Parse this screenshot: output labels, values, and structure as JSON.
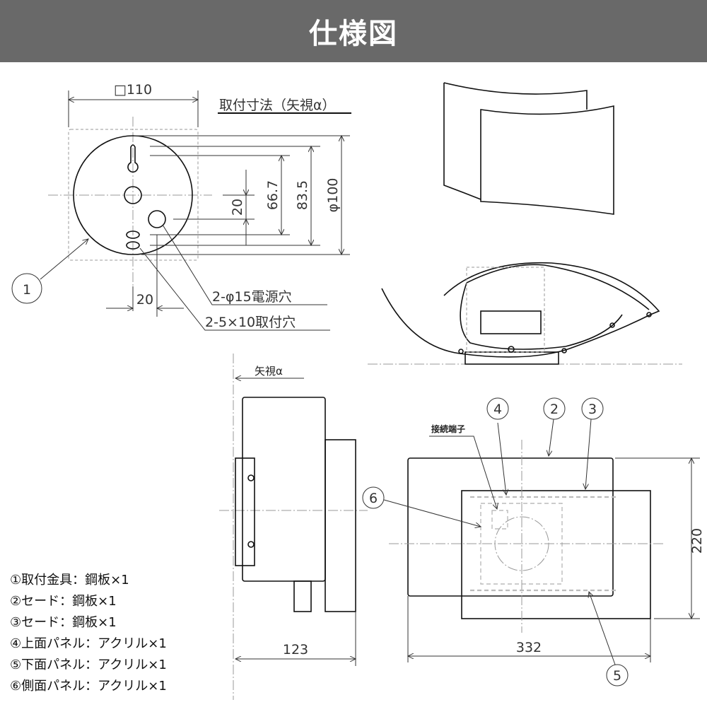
{
  "header": {
    "title": "仕様図"
  },
  "mount_view": {
    "title": "取付寸法（矢視α）",
    "dim_square": "□110",
    "dim_20_vertical": "20",
    "dim_66_7": "66.7",
    "dim_83_5": "83.5",
    "dim_diameter": "φ100",
    "dim_20_horizontal": "20",
    "power_hole_label": "2-φ15電源穴",
    "mount_hole_label": "2-5×10取付穴",
    "balloon": "1"
  },
  "side_view": {
    "arrow_label": "矢視α",
    "dim_depth": "123"
  },
  "front_view": {
    "terminal_label": "接続端子",
    "dim_width": "332",
    "dim_height": "220",
    "balloons": [
      "4",
      "2",
      "3",
      "5",
      "6"
    ]
  },
  "legend": [
    "①取付金具：鋼板×1",
    "②セード：鋼板×1",
    "③セード：鋼板×1",
    "④上面パネル：アクリル×1",
    "⑤下面パネル：アクリル×1",
    "⑥側面パネル：アクリル×1"
  ]
}
